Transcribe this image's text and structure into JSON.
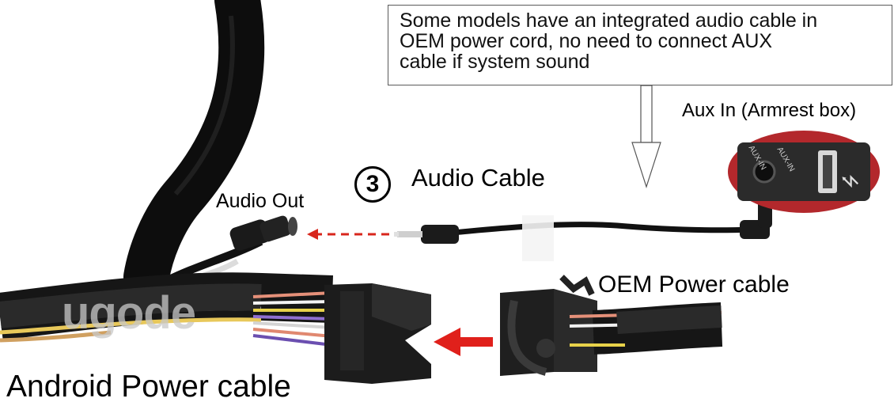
{
  "note": {
    "line1": "Some models have an integrated audio cable in",
    "line2": "OEM power cord, no need to connect AUX",
    "line3": "cable if system sound"
  },
  "labels": {
    "aux_in": "Aux In (Armrest box)",
    "audio_out": "Audio Out",
    "audio_cable": "Audio Cable",
    "step_number": "3",
    "oem_power": "OEM Power cable",
    "android_power": "Android Power cable"
  },
  "aux_port": {
    "text_left": "AUX-IN",
    "text_right": "AUX-IN"
  },
  "watermark": "ugode",
  "colors": {
    "arrow_red": "#e0201b",
    "dashed_red": "#d8261c",
    "aux_panel_red": "#b3282c"
  }
}
